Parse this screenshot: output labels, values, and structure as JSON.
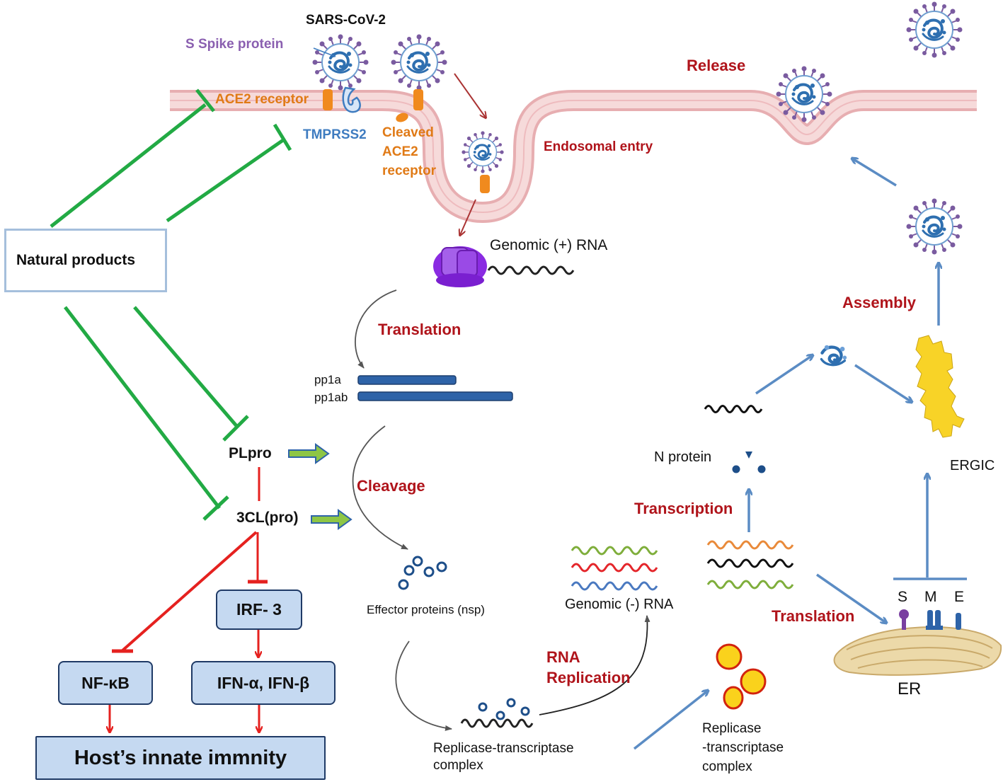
{
  "virus": {
    "name": "SARS-CoV-2",
    "spike_label": "S Spike protein"
  },
  "receptors": {
    "ace2": "ACE2 receptor",
    "tmprss2": "TMPRSS2",
    "cleaved_line1": "Cleaved",
    "cleaved_line2": "ACE2",
    "cleaved_line3": "receptor"
  },
  "steps": {
    "endosomal_entry": "Endosomal entry",
    "release": "Release",
    "translation_top": "Translation",
    "cleavage": "Cleavage",
    "rna_replication_line1": "RNA",
    "rna_replication_line2": "Replication",
    "transcription": "Transcription",
    "translation_right": "Translation",
    "assembly": "Assembly"
  },
  "molecules": {
    "genomic_pos_rna": "Genomic (+) RNA",
    "pp1a": "pp1a",
    "pp1ab": "pp1ab",
    "effector_proteins": "Effector proteins (nsp)",
    "replicase_complex_line1": "Replicase-transcriptase",
    "replicase_complex_line2": "complex",
    "genomic_neg_rna": "Genomic (-) RNA",
    "replicase2_line1": "Replicase",
    "replicase2_line2": "-transcriptase",
    "replicase2_line3": "complex",
    "n_protein": "N  protein",
    "ergic": "ERGIC",
    "er": "ER",
    "s": "S",
    "m": "M",
    "e": "E"
  },
  "inhibition": {
    "natural_products": "Natural products",
    "plpro": "PLpro",
    "threecl": "3CL(pro)",
    "irf3": "IRF- 3",
    "nfkb": "NF-κB",
    "ifn": "IFN-α, IFN-β",
    "host": "Host’s innate immnity"
  },
  "colors": {
    "membrane": "#f3cfd0",
    "membrane_edge": "#e7aeb1",
    "inhibit_green": "#22aa44",
    "inhibit_red": "#e5211f",
    "flow_blue": "#5b8cc4",
    "label_red": "#b0141b",
    "box_fill": "#c5d9f1",
    "virus_spike": "#7a5ba0",
    "virus_core": "#2e6fb0",
    "ribosome": "#8a2be2",
    "er_fill": "#ecd9a9",
    "ergic_fill": "#f8d327",
    "replicase_fill": "#fad21c",
    "replicase_edge": "#d2230e"
  }
}
